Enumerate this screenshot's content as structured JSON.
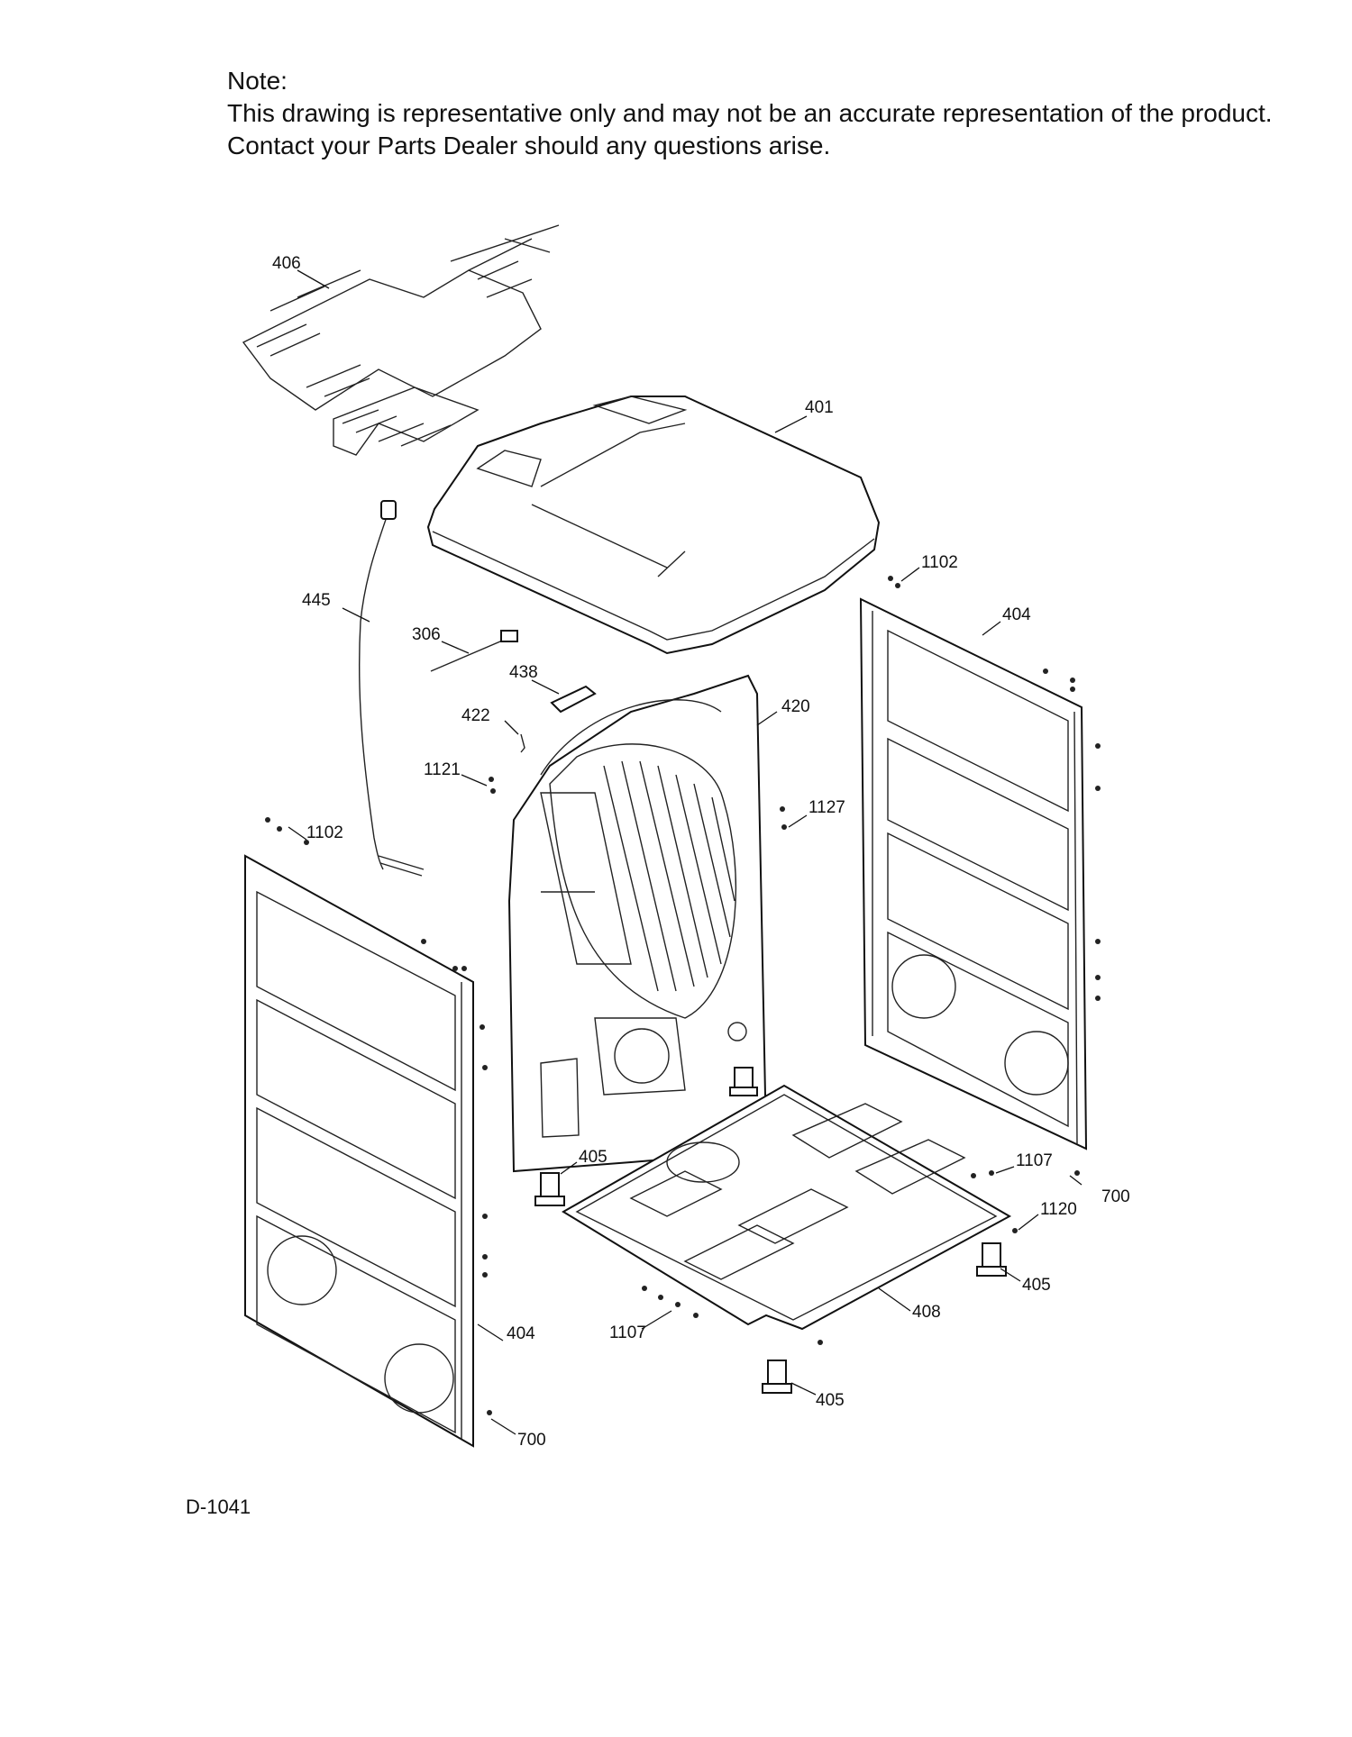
{
  "note": {
    "title": "Note:",
    "line1": "This drawing is representative only and may not be an accurate representation of the product.",
    "line2": "Contact your Parts Dealer should any questions arise."
  },
  "diagram_code": "D-1041",
  "callouts": {
    "wire_harness": "406",
    "top_panel": "401",
    "power_cord": "445",
    "sensor": "306",
    "bracket": "438",
    "rear_panel": "420",
    "clip": "422",
    "screw_1121": "1121",
    "screw_1127": "1127",
    "screw_1102_right": "1102",
    "side_panel_right": "404",
    "screw_1102_left": "1102",
    "side_panel_left": "404",
    "leg_center": "405",
    "screw_1107_right": "1107",
    "screw_700_right": "700",
    "screw_1120": "1120",
    "leg_right": "405",
    "base": "408",
    "screw_1107_left": "1107",
    "leg_bottom": "405",
    "screw_700_left": "700"
  }
}
